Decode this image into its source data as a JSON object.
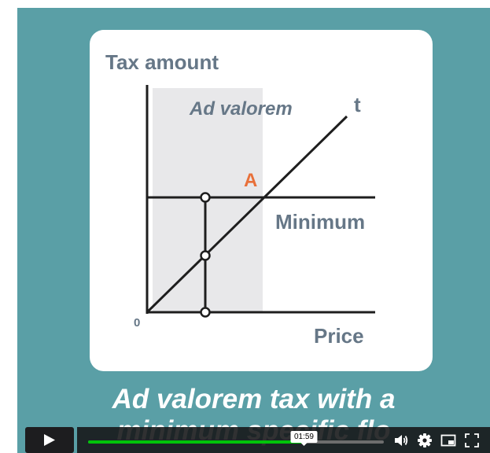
{
  "diagram": {
    "y_axis_label": "Tax amount",
    "x_axis_label": "Price",
    "origin_label": "0",
    "region_label": "Ad valorem",
    "line_label": "t",
    "minimum_label": "Minimum",
    "point_label": "A"
  },
  "caption": {
    "line1": "Ad valorem tax with a",
    "line2": "minimum specific flo"
  },
  "player": {
    "hover_time": "01:59",
    "progress": 0.73
  },
  "icons": {
    "play": "play-icon",
    "volume": "volume-icon",
    "settings": "gear-icon",
    "pip": "picture-in-picture-icon",
    "fullscreen": "fullscreen-icon"
  },
  "colors": {
    "background": "#5a9fa6",
    "card": "#ffffff",
    "label": "#667787",
    "accent": "#e8703a",
    "shade": "#e8e8ea",
    "progress": "#00c40a",
    "line": "#1e1e1e"
  }
}
